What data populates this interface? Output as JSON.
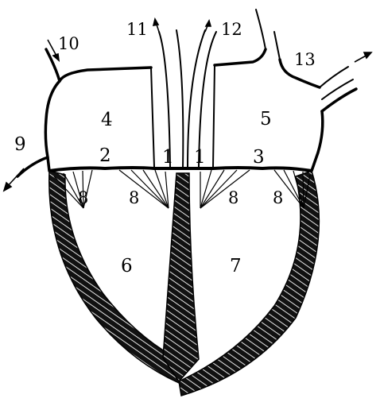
{
  "diagram": {
    "labels": [
      {
        "id": "label-1-left",
        "text": "1"
      },
      {
        "id": "label-1-right",
        "text": "1"
      },
      {
        "id": "label-2",
        "text": "2"
      },
      {
        "id": "label-3",
        "text": "3"
      },
      {
        "id": "label-4",
        "text": "4"
      },
      {
        "id": "label-5",
        "text": "5"
      },
      {
        "id": "label-6",
        "text": "6"
      },
      {
        "id": "label-7",
        "text": "7"
      },
      {
        "id": "label-8-a",
        "text": "8"
      },
      {
        "id": "label-8-b",
        "text": "8"
      },
      {
        "id": "label-8-c",
        "text": "8"
      },
      {
        "id": "label-8-d",
        "text": "8"
      },
      {
        "id": "label-9",
        "text": "9"
      },
      {
        "id": "label-10",
        "text": "10"
      },
      {
        "id": "label-11",
        "text": "11"
      },
      {
        "id": "label-12",
        "text": "12"
      },
      {
        "id": "label-13",
        "text": "13"
      }
    ]
  }
}
